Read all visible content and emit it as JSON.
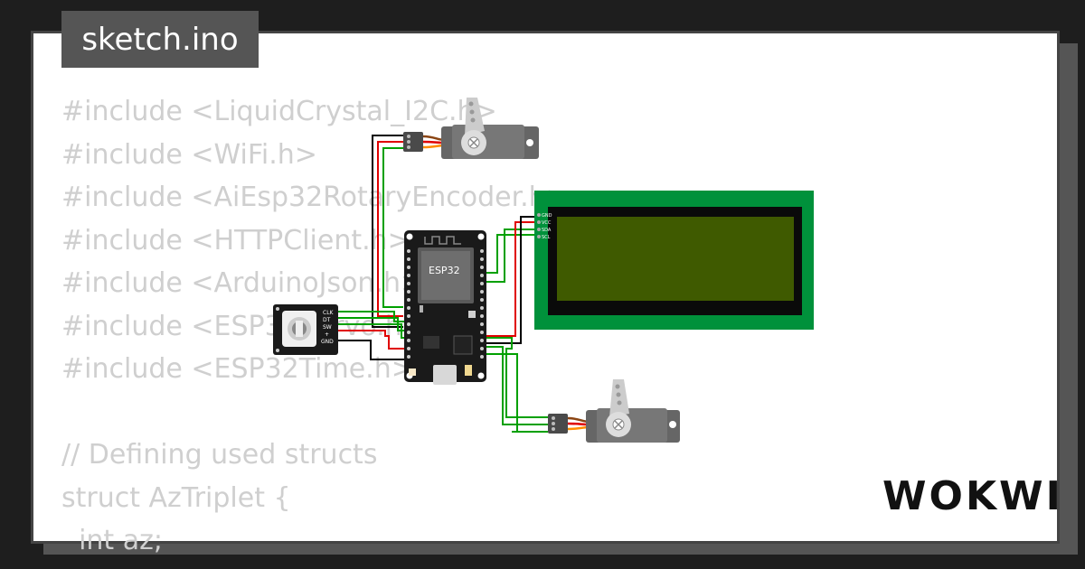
{
  "header": {
    "filename": "sketch.ino"
  },
  "code_lines": [
    "#include <LiquidCrystal_I2C.h>",
    "#include <WiFi.h>",
    "#include <AiEsp32RotaryEncoder.h>",
    "#include <HTTPClient.h>",
    "#include <ArduinoJson.h>",
    "#include <ESP32Servo.h>",
    "#include <ESP32Time.h>",
    "",
    "// Defining used structs",
    "struct AzTriplet {",
    "  int az;"
  ],
  "diagram": {
    "mcu_label": "ESP32",
    "encoder_pins": [
      "CLK",
      "DT",
      "SW",
      "+",
      "GND"
    ],
    "lcd_pins": [
      "GND",
      "VCC",
      "SDA",
      "SCL"
    ],
    "lcd_color": "#00a040",
    "lcd_screen_color": "#3f5a00",
    "wire_green": "#00a000",
    "wire_red": "#e00000",
    "wire_black": "#000000"
  },
  "branding": {
    "logo": "WOKWI"
  }
}
